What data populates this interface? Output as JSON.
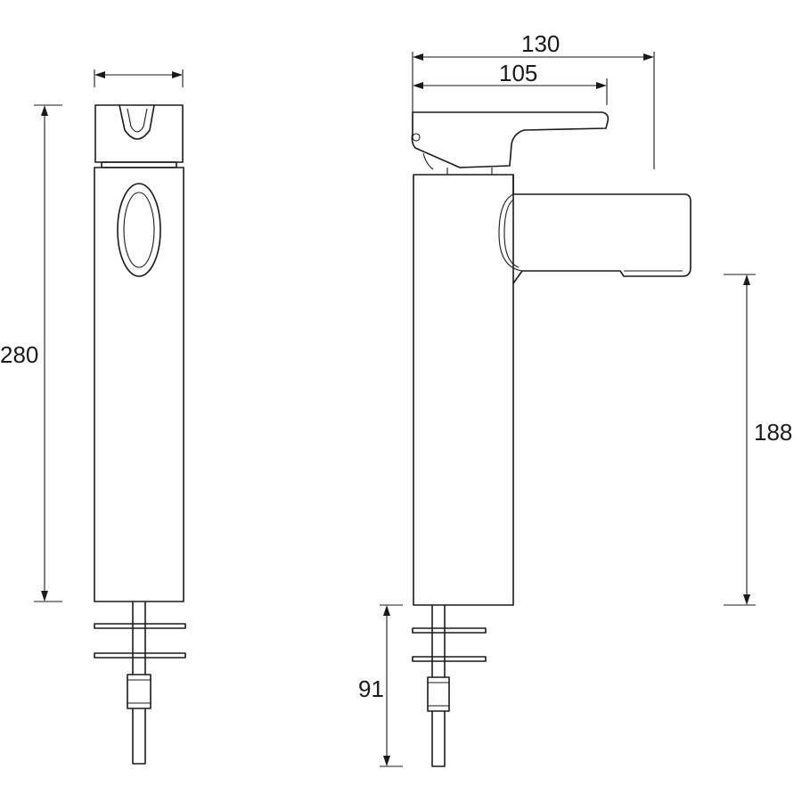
{
  "dimensions": {
    "overall_height": "280",
    "overall_reach": "130",
    "spout_reach": "105",
    "spout_height": "188",
    "tail_length": "91"
  }
}
